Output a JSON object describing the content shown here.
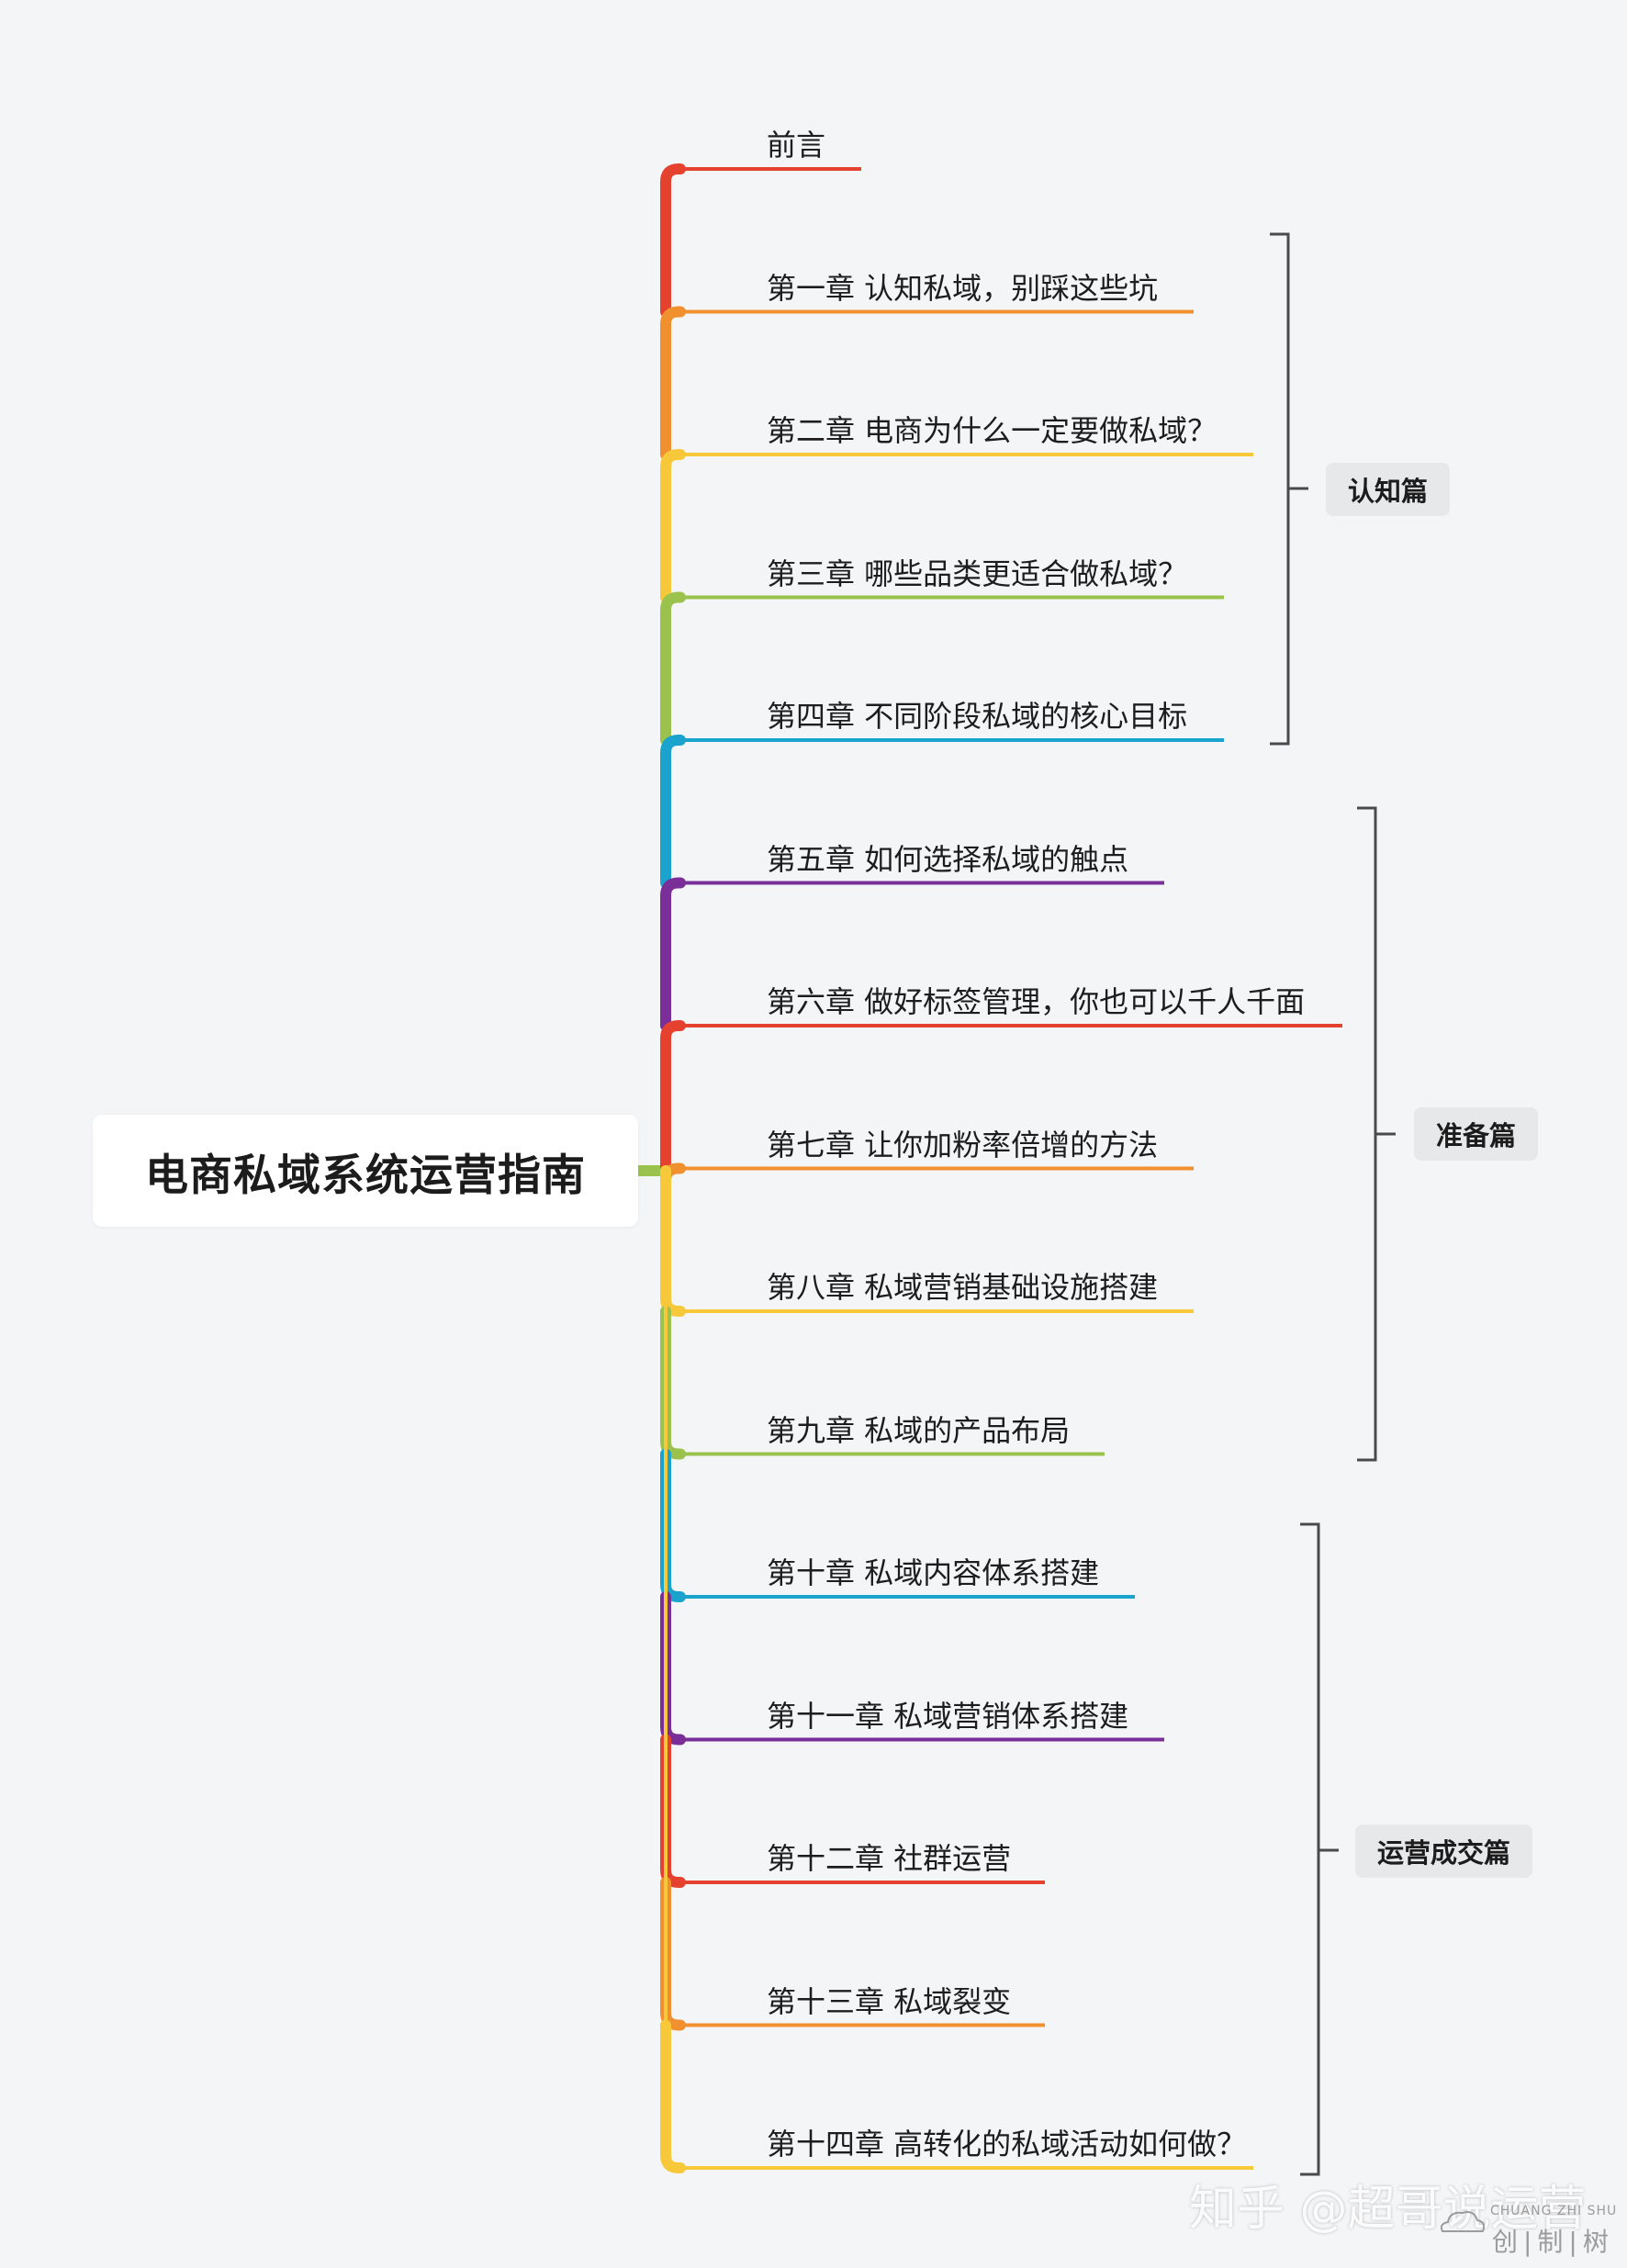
{
  "title": "电商私域系统运营指南",
  "chapters": [
    {
      "label": "前言",
      "color": "#e5412f"
    },
    {
      "label": "第一章 认知私域，别踩这些坑",
      "color": "#f0902e"
    },
    {
      "label": "第二章 电商为什么一定要做私域？",
      "color": "#f7c93a"
    },
    {
      "label": "第三章 哪些品类更适合做私域？",
      "color": "#9ac24c"
    },
    {
      "label": "第四章 不同阶段私域的核心目标",
      "color": "#1aa3cd"
    },
    {
      "label": "第五章 如何选择私域的触点",
      "color": "#7a2e98"
    },
    {
      "label": "第六章 做好标签管理，你也可以千人千面",
      "color": "#e5412f"
    },
    {
      "label": "第七章 让你加粉率倍增的方法",
      "color": "#f0902e"
    },
    {
      "label": "第八章 私域营销基础设施搭建",
      "color": "#f7c93a"
    },
    {
      "label": "第九章 私域的产品布局",
      "color": "#9ac24c"
    },
    {
      "label": "第十章 私域内容体系搭建",
      "color": "#1aa3cd"
    },
    {
      "label": "第十一章 私域营销体系搭建",
      "color": "#7a2e98"
    },
    {
      "label": "第十二章 社群运营",
      "color": "#e5412f"
    },
    {
      "label": "第十三章 私域裂变",
      "color": "#f0902e"
    },
    {
      "label": "第十四章 高转化的私域活动如何做？",
      "color": "#f7c93a"
    }
  ],
  "groups": [
    {
      "label": "认知篇"
    },
    {
      "label": "准备篇"
    },
    {
      "label": "运营成交篇"
    }
  ],
  "watermark": "知乎 @超哥说运营",
  "logo_text": "CHUANG ZHI SHU",
  "logo_chars": "创|制|树"
}
